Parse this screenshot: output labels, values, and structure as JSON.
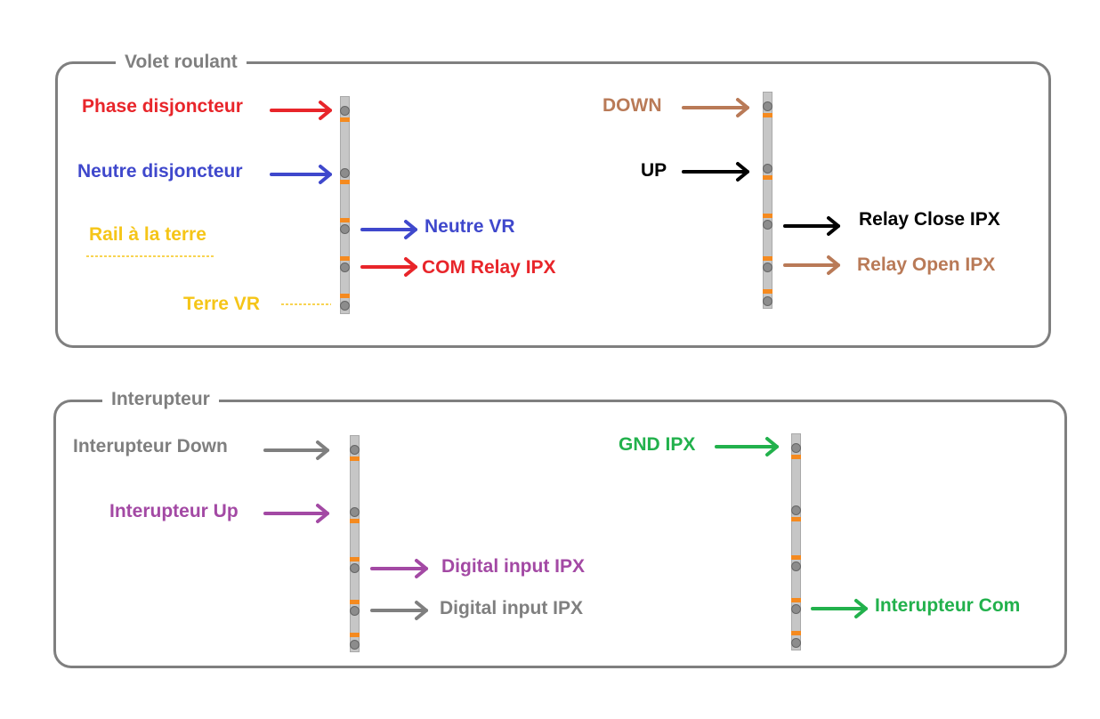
{
  "sections": {
    "volet": {
      "title": "Volet roulant",
      "labels": {
        "phase_disjoncteur": "Phase disjoncteur",
        "neutre_disjoncteur": "Neutre disjoncteur",
        "rail_terre": "Rail à la terre",
        "terre_vr": "Terre VR",
        "neutre_vr": "Neutre VR",
        "com_relay": "COM Relay IPX",
        "down": "DOWN",
        "up": "UP",
        "relay_close": "Relay Close IPX",
        "relay_open": "Relay Open IPX"
      }
    },
    "interupteur": {
      "title": "Interupteur",
      "labels": {
        "inter_down": "Interupteur Down",
        "inter_up": "Interupteur Up",
        "digital_input_1": "Digital input IPX",
        "digital_input_2": "Digital input IPX",
        "gnd_ipx": "GND IPX",
        "inter_com": "Interupteur Com"
      }
    }
  },
  "colors": {
    "red": "#e8252a",
    "blue": "#3f48cc",
    "yellow": "#f5c518",
    "brown": "#b97a57",
    "black": "#000000",
    "gray": "#7f7f7f",
    "purple": "#a349a4",
    "green": "#22b14c",
    "frame": "#7f7f7f",
    "terminal_bar": "#f58a1f"
  }
}
